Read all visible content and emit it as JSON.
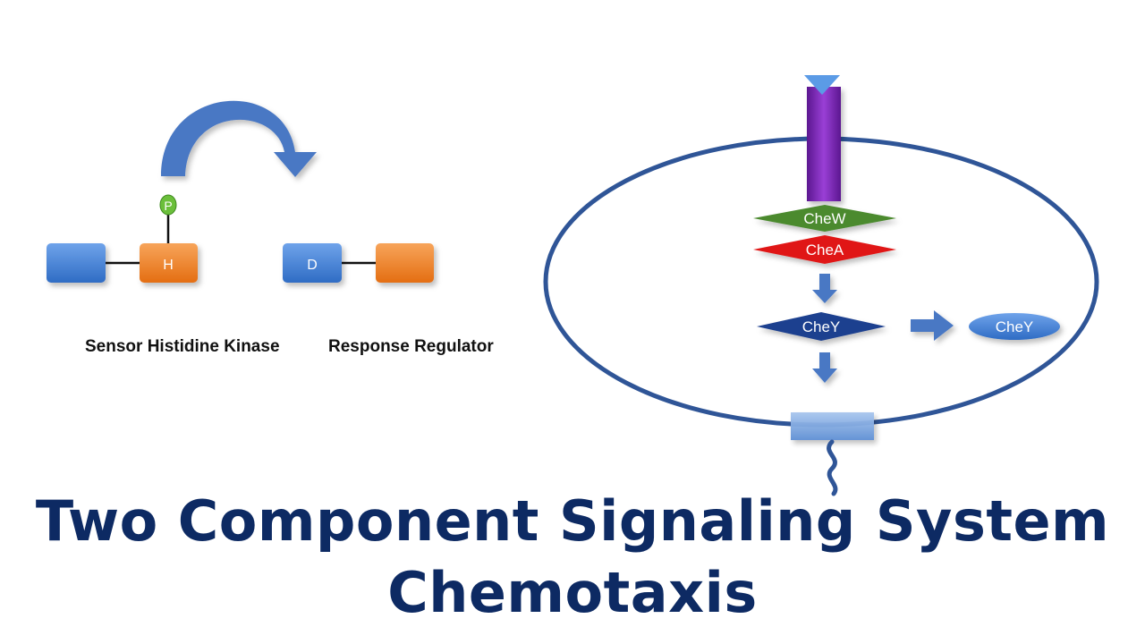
{
  "left": {
    "h_label": "H",
    "d_label": "D",
    "p_label": "P",
    "sensor_label": "Sensor Histidine Kinase",
    "response_label": "Response Regulator"
  },
  "cell": {
    "chew": "CheW",
    "chea": "CheA",
    "chey_center": "CheY",
    "chey_right": "CheY"
  },
  "title": {
    "line1": "Two Component Signaling System",
    "line2": "Chemotaxis"
  },
  "colors": {
    "blue_box": "#3f7fd6",
    "orange_box": "#ef7d22",
    "green_p": "#6bbf3b",
    "purple_receptor": "#7a22b8",
    "chew_green": "#4b8a2f",
    "chea_red": "#e01818",
    "chey_navy": "#1d3f8f",
    "membrane": "#2f5597",
    "title": "#0d2a63"
  }
}
